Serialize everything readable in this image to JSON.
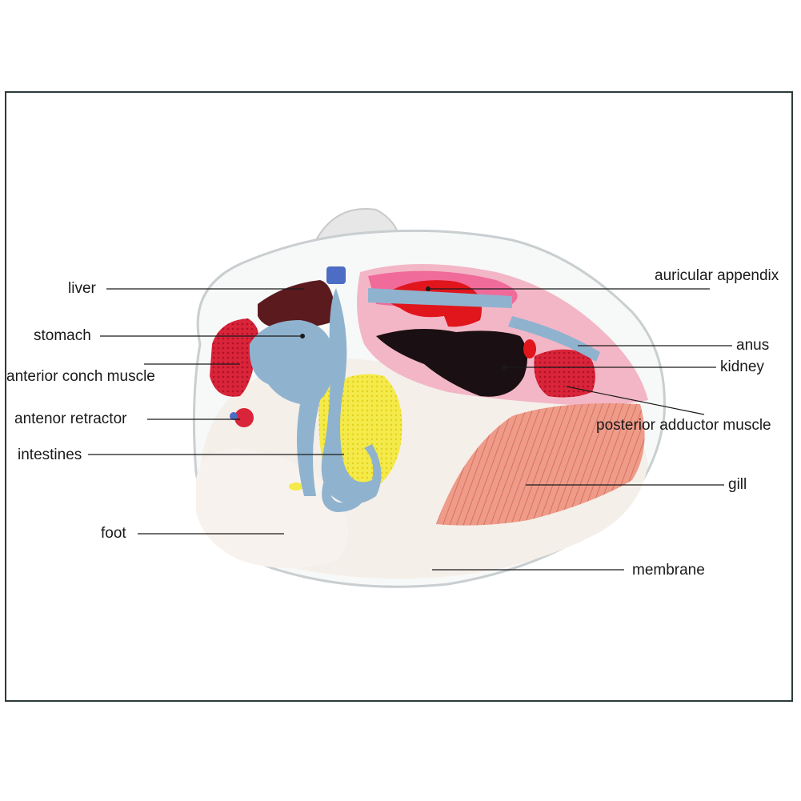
{
  "labels": {
    "liver": "liver",
    "stomach": "stomach",
    "anterior_conch_muscle": "anterior conch muscle",
    "antenor_retractor": "antenor retractor",
    "intestines": "intestines",
    "foot": "foot",
    "auricular_appendix": "auricular appendix",
    "anus": "anus",
    "kidney": "kidney",
    "posterior_adductor_muscle": "posterior adductor muscle",
    "gill": "gill",
    "membrane": "membrane"
  },
  "colors": {
    "frame": "#2d3a3a",
    "liver": "#5a1a1e",
    "stomach": "#8fb3cf",
    "muscle": "#d9243a",
    "heart": "#e0161c",
    "kidney": "#1a0f12",
    "gill": "#e8907e",
    "gonad": "#f2e83a",
    "pink": "#f06a9a",
    "body": "#f3eeea"
  }
}
